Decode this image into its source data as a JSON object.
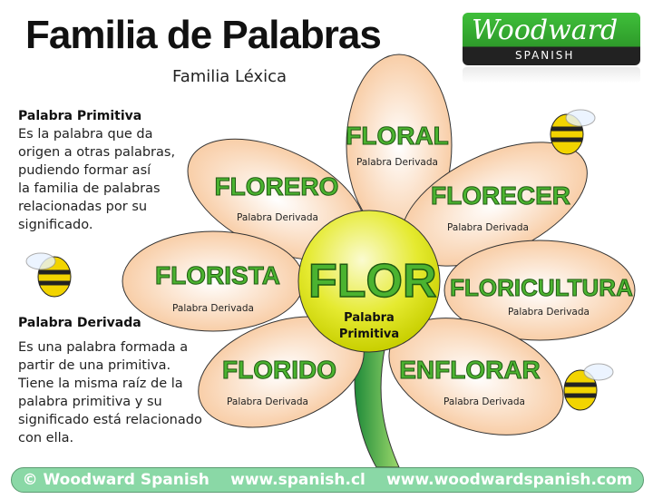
{
  "header": {
    "title": "Familia de Palabras",
    "subtitle": "Familia Léxica"
  },
  "logo": {
    "brand": "Woodward",
    "sub": "SPANISH"
  },
  "sidebar": {
    "primitive": {
      "heading": "Palabra Primitiva",
      "lines": [
        "Es la palabra que da",
        "origen a otras palabras,",
        "pudiendo formar así",
        "la familia de palabras",
        "relacionadas por su",
        "significado."
      ]
    },
    "derived": {
      "heading": "Palabra Derivada",
      "lines": [
        "Es una palabra formada a",
        "partir de una primitiva.",
        "Tiene la misma raíz de la",
        "palabra primitiva y su",
        "significado está relacionado",
        "con ella."
      ]
    }
  },
  "flower": {
    "center": {
      "word": "FLOR",
      "label_line1": "Palabra",
      "label_line2": "Primitiva"
    },
    "petals": [
      {
        "word": "FLORAL",
        "label": "Palabra Derivada"
      },
      {
        "word": "FLORERO",
        "label": "Palabra Derivada"
      },
      {
        "word": "FLORECER",
        "label": "Palabra Derivada"
      },
      {
        "word": "FLORISTA",
        "label": "Palabra Derivada"
      },
      {
        "word": "FLORICULTURA",
        "label": "Palabra Derivada"
      },
      {
        "word": "FLORIDO",
        "label": "Palabra Derivada"
      },
      {
        "word": "ENFLORAR",
        "label": "Palabra Derivada"
      }
    ]
  },
  "footer": {
    "copyright": "© Woodward Spanish",
    "url1": "www.spanish.cl",
    "url2": "www.woodwardspanish.com"
  },
  "colors": {
    "word_green": "#4bb330",
    "petal": "#f9c9a0",
    "center": "#d8e000",
    "footer": "#8ad8a6"
  }
}
